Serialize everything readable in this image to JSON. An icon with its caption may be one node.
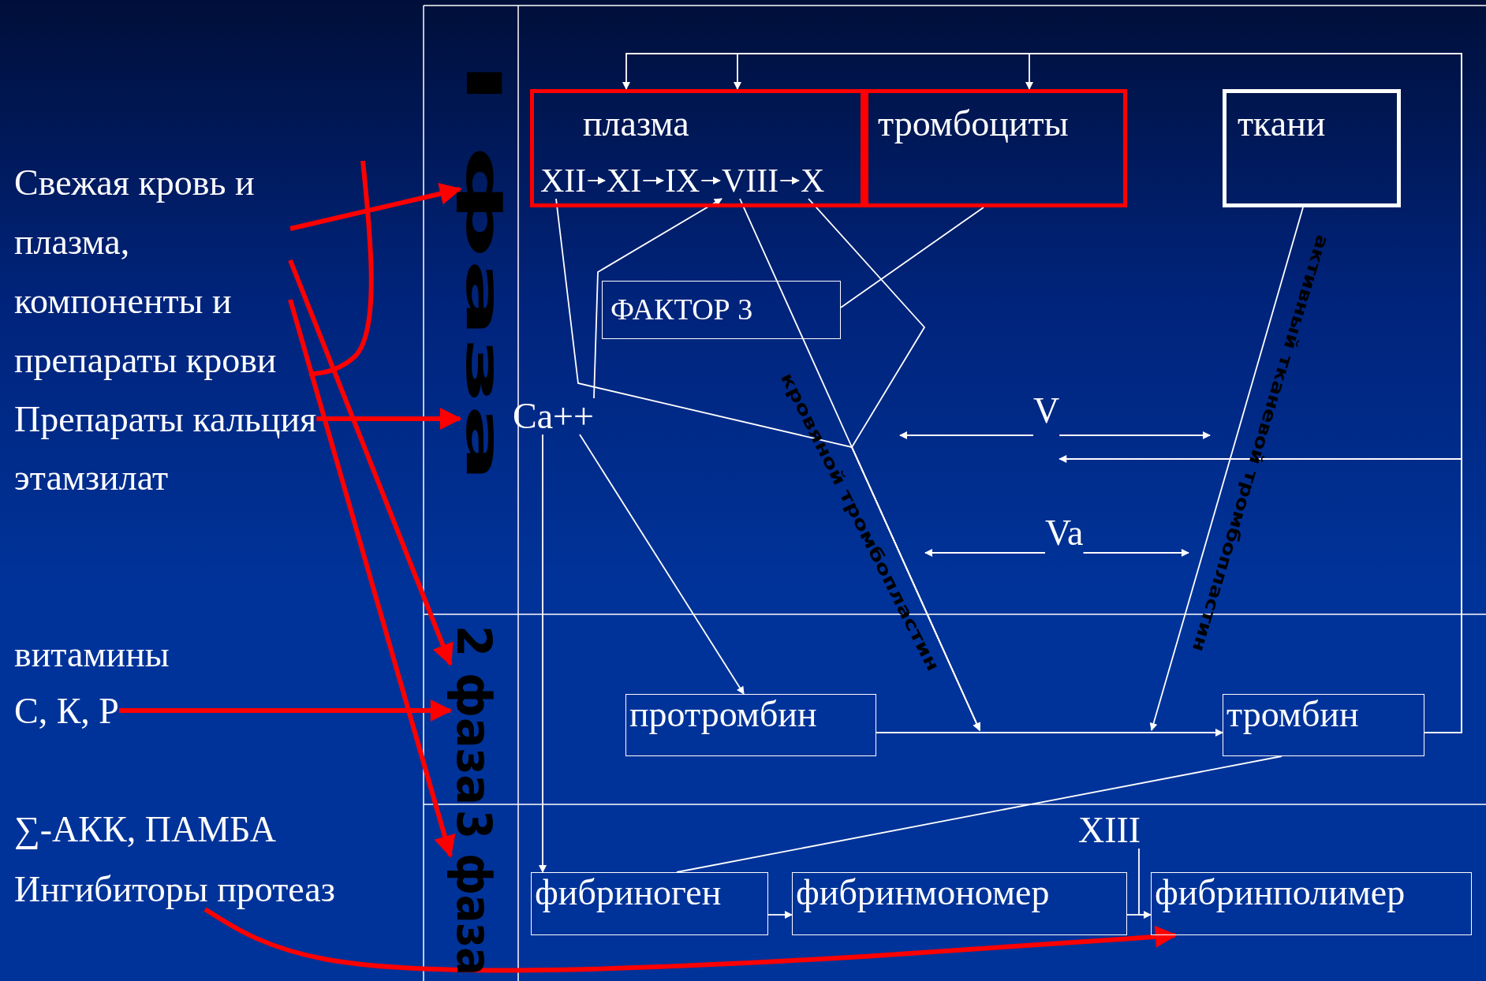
{
  "diagram": {
    "nodes": [
      {
        "text": [
          "Свежая кровь и плазма, компоненты и препараты крови"
        ]
      },
      {
        "text": [
          "Препараты кальция"
        ]
      },
      {
        "text": [
          "этамзилат"
        ]
      },
      {
        "text": [
          "витамины"
        ]
      },
      {
        "text": [
          "С, К, Р"
        ]
      },
      {
        "text": [
          "∑-АКК, ПАМБА"
        ]
      },
      {
        "text": [
          "Ингибиторы протеаз"
        ]
      },
      {
        "text": [
          "I фаза"
        ]
      },
      {
        "text": [
          "2 фаза"
        ]
      },
      {
        "text": [
          "3 фаза"
        ]
      },
      {
        "text": [
          "плазма"
        ]
      },
      {
        "text": [
          "XII"
        ],
        "in": 10
      },
      {
        "text": [
          "XI"
        ],
        "in": 10
      },
      {
        "text": [
          "IX"
        ],
        "in": 10
      },
      {
        "text": [
          "VIII"
        ],
        "in": 10
      },
      {
        "text": [
          "X"
        ],
        "in": 10
      },
      {
        "text": [
          "тромбоциты"
        ]
      },
      {
        "text": [
          "ткани"
        ]
      },
      {
        "text": [
          "ФАКТОР 3"
        ]
      },
      {
        "text": [
          "Ca++"
        ]
      },
      {
        "text": [
          "V"
        ]
      },
      {
        "text": [
          "Va"
        ]
      },
      {
        "text": [
          "протромбин"
        ]
      },
      {
        "text": [
          "тромбин"
        ]
      },
      {
        "text": [
          "XIII"
        ]
      },
      {
        "text": [
          "фибриноген"
        ]
      },
      {
        "text": [
          "фибринмономер"
        ]
      },
      {
        "text": [
          "фибринполимер"
        ]
      },
      {
        "text": [
          "кровяной тромбопластин"
        ]
      },
      {
        "text": [
          "активный тканевой тромбопластин"
        ]
      }
    ],
    "edges": [
      {
        "from": 0,
        "to": 7,
        "arrow": "to",
        "style": "thick",
        "color": "#ff0000"
      },
      {
        "from": 0,
        "to": 8,
        "arrow": "to",
        "style": "thick",
        "color": "#ff0000"
      },
      {
        "from": 0,
        "to": 9,
        "arrow": "to",
        "style": "thick",
        "color": "#ff0000"
      },
      {
        "from": 1,
        "to": 7,
        "arrow": "to",
        "style": "thick",
        "color": "#ff0000"
      },
      {
        "from": 4,
        "to": 8,
        "arrow": "to",
        "style": "thick",
        "color": "#ff0000"
      },
      {
        "from": 6,
        "to": 27,
        "arrow": "to",
        "style": "thick",
        "color": "#ff0000"
      },
      {
        "from": 11,
        "to": 12,
        "arrow": "to"
      },
      {
        "from": 12,
        "to": 13,
        "arrow": "to"
      },
      {
        "from": 13,
        "to": 14,
        "arrow": "to"
      },
      {
        "from": 14,
        "to": 15,
        "arrow": "to"
      },
      {
        "from": 23,
        "to": 10,
        "arrow": "to"
      },
      {
        "from": 23,
        "to": 10,
        "arrow": "to"
      },
      {
        "from": 23,
        "to": 16,
        "arrow": "to"
      },
      {
        "from": 23,
        "to": 20,
        "arrow": "to"
      },
      {
        "from": 11,
        "to": null,
        "arrow": "to"
      },
      {
        "from": 14,
        "to": null,
        "arrow": "to"
      },
      {
        "from": 15,
        "to": null,
        "arrow": "to"
      },
      {
        "from": 18,
        "to": 16,
        "arrow": "none"
      },
      {
        "from": 19,
        "to": 14,
        "arrow": "to"
      },
      {
        "from": 19,
        "to": 22,
        "arrow": "to"
      },
      {
        "from": 19,
        "to": 25,
        "arrow": "to"
      },
      {
        "from": 20,
        "to": 28,
        "arrow": "to"
      },
      {
        "from": 20,
        "to": 29,
        "arrow": "to"
      },
      {
        "from": 21,
        "to": 28,
        "arrow": "to"
      },
      {
        "from": 21,
        "to": 29,
        "arrow": "to"
      },
      {
        "from": 22,
        "to": 23,
        "arrow": "to"
      },
      {
        "from": 17,
        "to": null,
        "arrow": "to"
      },
      {
        "from": 23,
        "to": 25,
        "arrow": "none"
      },
      {
        "from": 25,
        "to": 26,
        "arrow": "to"
      },
      {
        "from": 26,
        "to": 27,
        "arrow": "to"
      },
      {
        "from": 24,
        "to": 27,
        "arrow": "none"
      }
    ]
  }
}
